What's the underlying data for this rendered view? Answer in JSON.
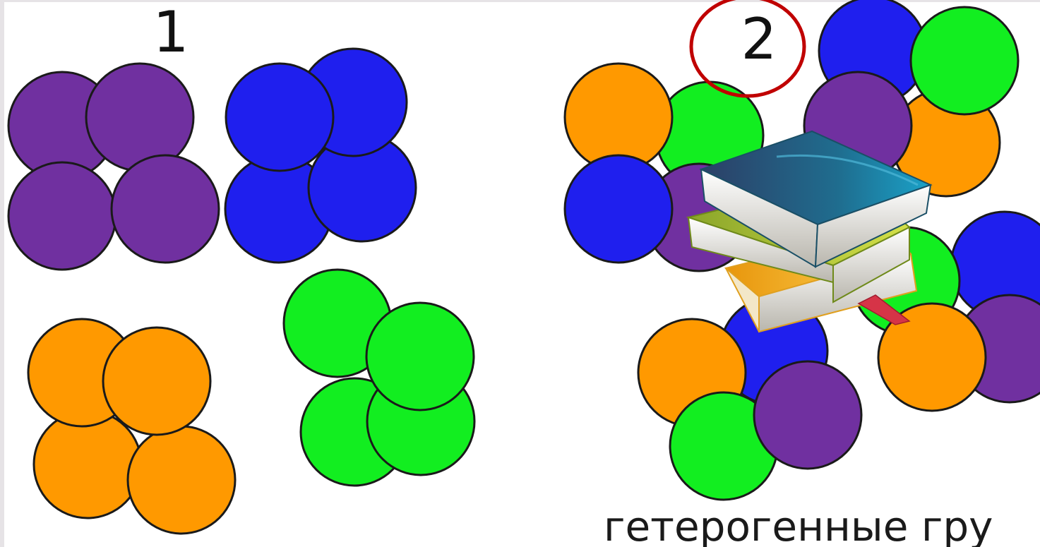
{
  "labels": {
    "group1": "1",
    "group2": "2"
  },
  "caption": "гетерогенные гру",
  "colors": {
    "purple": "#7030a0",
    "blue": "#1f1fee",
    "green": "#12ee20",
    "orange": "#ff9900",
    "highlight_ring": "#c00000"
  },
  "icons": {
    "books": "stack-of-books-icon"
  }
}
